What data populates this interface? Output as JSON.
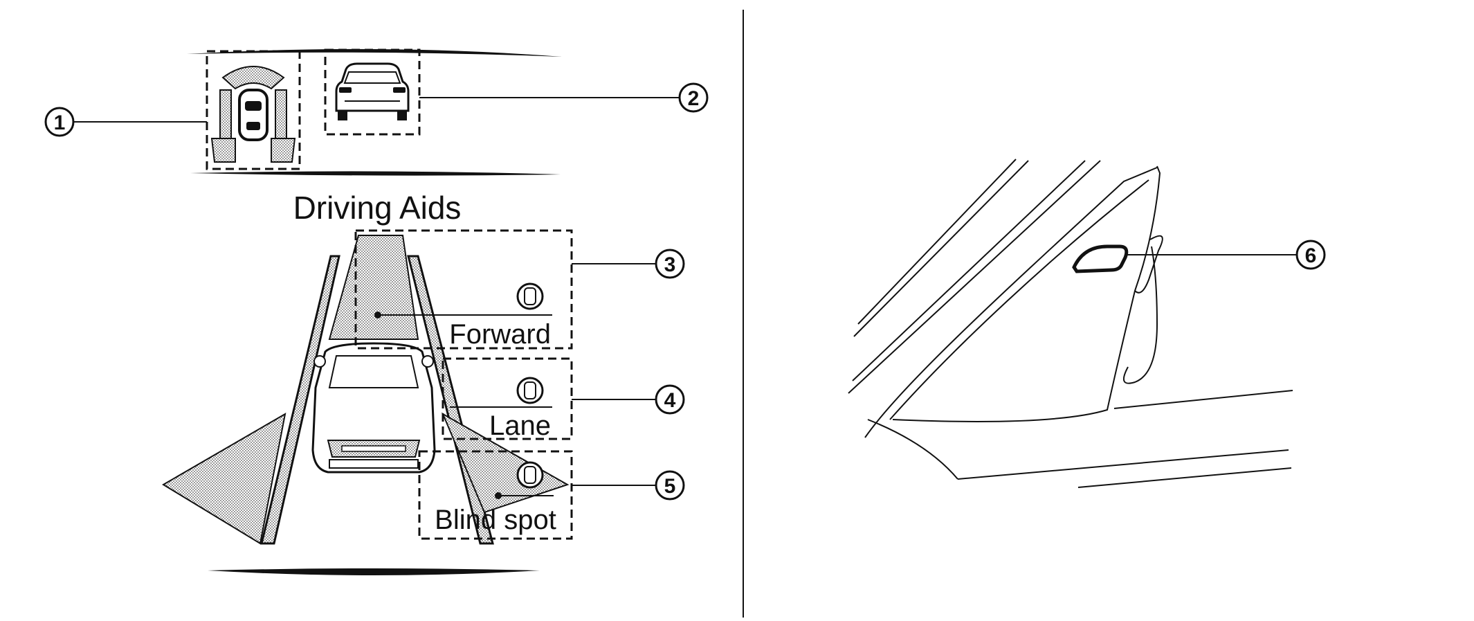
{
  "left_panel": {
    "heading": "Driving Aids",
    "zones": {
      "forward": "Forward",
      "lane": "Lane",
      "blind_spot": "Blind spot"
    }
  },
  "callouts": [
    "1",
    "2",
    "3",
    "4",
    "5",
    "6"
  ],
  "colors": {
    "line": "#111111",
    "dot_fill": "#9a9a9a",
    "background": "#ffffff"
  }
}
